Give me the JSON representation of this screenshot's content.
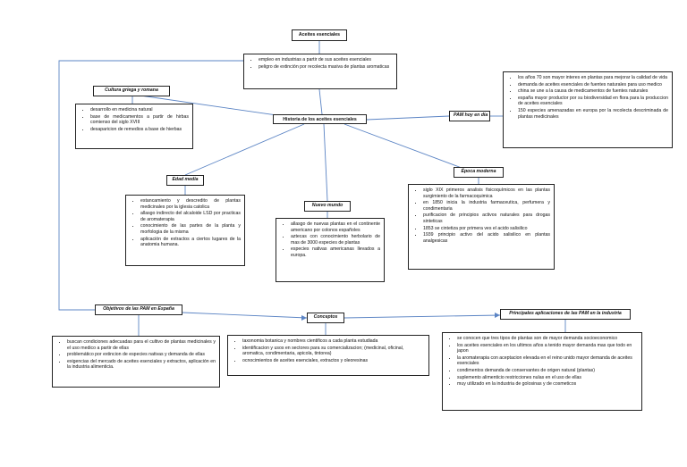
{
  "root": {
    "title": "Aceites esenciales"
  },
  "root_items": [
    "empleo en industrias a partir de sus aceites esenciales",
    "peligro de extinción por recolecta masiva de plantas aromaticas"
  ],
  "center": {
    "title": "Historia de los aceites esenciales"
  },
  "greek": {
    "label": "Cultura griega y romana",
    "items": [
      "desarrollo en medicina natural",
      "base de medicamentos a partir de hirbas comienso del siglo XVIII",
      "desaparicion de remedios a base de hierbas"
    ]
  },
  "today": {
    "label": "PAM hoy en día",
    "items": [
      "los años 70 son mayor interes en plantas para mejorar la calidad de vida",
      "demanda de aceites esenciales de fuentes naturales para uso medico",
      "china se une a la causa de medicamentos de fuentes naturales",
      "españa mayor productor por su biodiversidad en flora para la produccion de aceites esenciales",
      "150 especies amenazadas en europa por la recolecta descriminada de plantas medicinales"
    ]
  },
  "middle": {
    "label": "Edad media",
    "items": [
      "estancamiento y descredito de plantas medicinales por la iglesia catolica",
      "allasgo indirecto del alcaloide LSD por practicas de aromaterapia",
      "conocimiento de las partes de la planta y morfologia de la misma",
      "aplicación de extractos a ciertos lugares de la anatomia humana."
    ]
  },
  "newworld": {
    "label": "Nuevo mundo",
    "items": [
      "allasgo de nuevas plantas en el continente americano por colonos españoles",
      "aztecas con conocimiento herbolario de mas de 3000 especies de plantas",
      "especies nativas americanas llevados a europa."
    ]
  },
  "modern": {
    "label": "Época moderna",
    "items": [
      "siglo XIX primeros analisis fisicoquímicos en las plantas surgimiento de la farmacoquimica",
      "en 1850 inicia la industria farmaceutica, perfumera y condimentaria",
      "purificacion de principios activos naturales para drogas sinteticas",
      "1853 se cintetiza por primera ves el acido salisilico",
      "1939 principio activo del acido salisilico en plantas analgesicas"
    ]
  },
  "objectives": {
    "label": "Objetivos de las PAM en España",
    "items": [
      "buscan condiciones adecuadas para el cultivo de plantas medicinales y el uso medico a partir de ellas",
      "problemático por extincion de especies nativas y demanda de ellas",
      "exigencias del mercado de aceites esenciales y extractos, aplicación en la industria alimenticia."
    ]
  },
  "concepts": {
    "label": "Conceptos",
    "items": [
      "taxonomia botanica y nombres cientificos a cada planta estudiada",
      "identificacion y usos en sectores para su comercializacion; (medicinal, oficinal, aromatica, condimentaria, apicola, tintorea)",
      "ocnocimientos de aceites esenciales, extractos y oleoresinas"
    ]
  },
  "applications": {
    "label": "Principales aplicaciones de las PAM en la industria",
    "items": [
      "se conocen que tres tipos de plantas son de mayor demanda socioeconomico",
      "los aceites esenciales en los ultimos años a tenido mayor demanda mas que todo en japon",
      "la aromaterapia con aceptacion elevada en el reino unido mayor demanda de aceites esenciales",
      "condimentos demanda de conservantes de origen natural (plantas)",
      "suplemento alimenticio restricciones nulas en el uso de ellas",
      "muy utilizado en la industria de golosinas y de cosmeticos"
    ]
  },
  "colors": {
    "connector": "#5b84c4",
    "border": "#222222"
  }
}
